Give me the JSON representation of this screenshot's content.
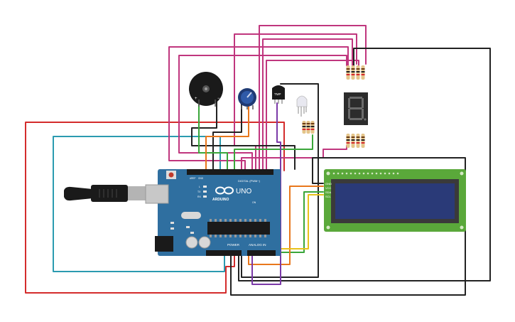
{
  "board": {
    "brand": "ARDUINO",
    "model": "UNO",
    "digital_label": "DIGITAL (PWM~)",
    "power_label": "POWER",
    "analog_label": "ANALOG IN",
    "tx_label": "TX",
    "rx_label": "RX",
    "l_label": "L",
    "on_label": "ON",
    "aref_label": "AREF",
    "gnd_label": "GND"
  },
  "lcd": {
    "pin_gnd": "GND",
    "pin_vcc": "VCC",
    "pin_sda": "SDA",
    "pin_scl": "SCL"
  },
  "temp_sensor": {
    "label": "TMP"
  },
  "buzzer": {
    "plus": "+",
    "minus": "−"
  },
  "seven_segment": {
    "digit": "8."
  },
  "colors": {
    "red": "#d42c2c",
    "teal": "#2b9bb0",
    "magenta": "#c0367e",
    "black": "#222222",
    "green": "#3aa63a",
    "orange": "#e8771c",
    "yellow": "#e8c21c",
    "purple": "#7b3aa8",
    "board": "#2f6fa0",
    "lcd_pcb": "#5aa83a",
    "lcd_screen": "#2a3a78"
  }
}
